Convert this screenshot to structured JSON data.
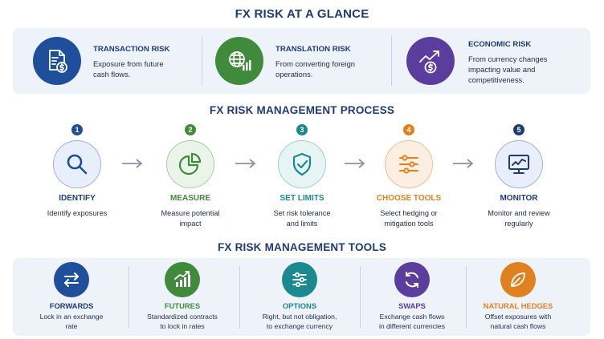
{
  "titles": {
    "glance": "FX RISK AT A GLANCE",
    "process": "FX RISK MANAGEMENT PROCESS",
    "tools": "FX RISK MANAGEMENT TOOLS"
  },
  "glance": [
    {
      "title": "TRANSACTION RISK",
      "line1": "Exposure from future",
      "line2": "cash flows.",
      "icon": "document-dollar-icon",
      "color": "#1f4e9b"
    },
    {
      "title": "TRANSLATION RISK",
      "line1": "From converting foreign",
      "line2": "operations.",
      "icon": "globe-chart-icon",
      "color": "#3f8a3b"
    },
    {
      "title": "ECONOMIC RISK",
      "line1": "From currency changes",
      "line2": "impacting value and",
      "line3": "competitiveness.",
      "icon": "trend-coin-icon",
      "color": "#5a3d9c"
    }
  ],
  "steps": [
    {
      "num": "1",
      "title": "IDENTIFY",
      "line1": "Identify exposures",
      "line2": "",
      "color": "#1f4e9b",
      "icon": "magnifier-icon"
    },
    {
      "num": "2",
      "title": "MEASURE",
      "line1": "Measure potential",
      "line2": "impact",
      "color": "#3f8a3b",
      "icon": "pie-chart-icon"
    },
    {
      "num": "3",
      "title": "SET LIMITS",
      "line1": "Set risk tolerance",
      "line2": "and limits",
      "color": "#1a8a8f",
      "icon": "shield-check-icon"
    },
    {
      "num": "4",
      "title": "CHOOSE TOOLS",
      "line1": "Select hedging or",
      "line2": "mitigation tools",
      "color": "#e0811f",
      "icon": "sliders-icon"
    },
    {
      "num": "5",
      "title": "MONITOR",
      "line1": "Monitor and review",
      "line2": "regularly",
      "color": "#1f3b73",
      "icon": "monitor-chart-icon"
    }
  ],
  "tools": [
    {
      "title": "FORWARDS",
      "line1": "Lock in an exchange",
      "line2": "rate",
      "color": "#1f4e9b",
      "icon": "exchange-arrows-icon"
    },
    {
      "title": "FUTURES",
      "line1": "Standardized contracts",
      "line2": "to lock in rates",
      "color": "#3f8a3b",
      "icon": "bar-trend-icon"
    },
    {
      "title": "OPTIONS",
      "line1": "Right, but not obligation,",
      "line2": "to exchange currency",
      "color": "#1a8a8f",
      "icon": "options-sliders-icon"
    },
    {
      "title": "SWAPS",
      "line1": "Exchange cash flows",
      "line2": "in different currencies",
      "color": "#5a3d9c",
      "icon": "swap-cycle-icon"
    },
    {
      "title": "NATURAL HEDGES",
      "line1": "Offset exposures with",
      "line2": "natural cash flows",
      "color": "#e0811f",
      "icon": "leaf-icon"
    }
  ]
}
